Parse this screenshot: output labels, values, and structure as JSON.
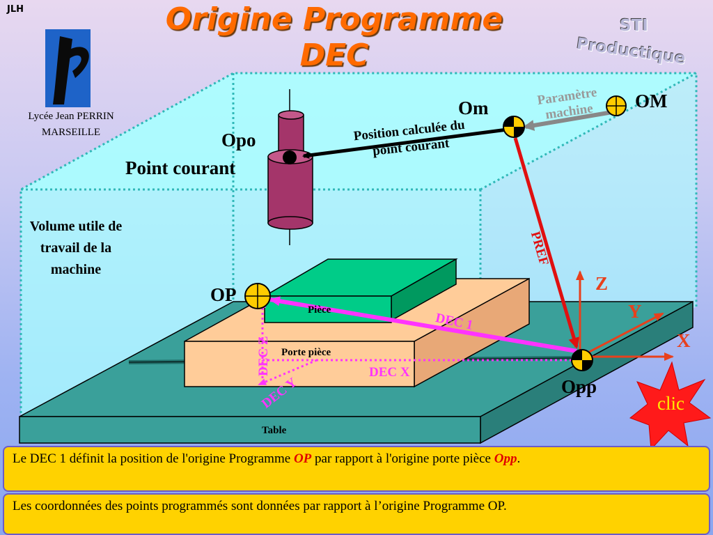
{
  "header": {
    "title_line1": "Origine Programme",
    "title_line2": "DEC",
    "author": "JLH",
    "school_line1": "Lycée Jean PERRIN",
    "school_line2": "MARSEILLE",
    "sti_line1": "STI",
    "sti_line2": "Productique"
  },
  "labels": {
    "om_machine": "OM",
    "om_mesure": "Om",
    "opo": "Opo",
    "point_courant": "Point courant",
    "position_calc_1": "Position calculée du",
    "position_calc_2": "point courant",
    "param_1": "Paramètre",
    "param_2": "machine",
    "pref": "PREF",
    "volume_1": "Volume utile de",
    "volume_2": "travail de la",
    "volume_3": "machine",
    "op": "OP",
    "piece": "Pièce",
    "porte_piece": "Porte pièce",
    "table": "Table",
    "dec_z": "DEC Z",
    "dec_y": "DEC Y",
    "dec_x": "DEC X",
    "dec_1": "DEC 1",
    "axis_z": "Z",
    "axis_y": "Y",
    "axis_x": "X",
    "opp": "Opp",
    "clic": "clic"
  },
  "text_boxes": {
    "box1_pre": "Le DEC 1 définit la position de l'origine Programme ",
    "box1_op": "OP",
    "box1_mid": " par rapport à l'origine porte pièce ",
    "box1_opp": "Opp",
    "box1_end": ".",
    "box2": "Les coordonnées des points programmés sont données par rapport à l’origine Programme OP."
  },
  "colors": {
    "title": "#ff6a00",
    "volume_fill": "#a8ffff",
    "volume_edge": "#2fb8b8",
    "pref_arrow": "#e01010",
    "dec_arrow": "#ff33ff",
    "axis_arrow": "#e8401c",
    "piece": "#00cc88",
    "porte_piece": "#ffcc99",
    "table": "#3aa09a",
    "text_box": "#ffd200",
    "burst": "#ff1a1a"
  }
}
